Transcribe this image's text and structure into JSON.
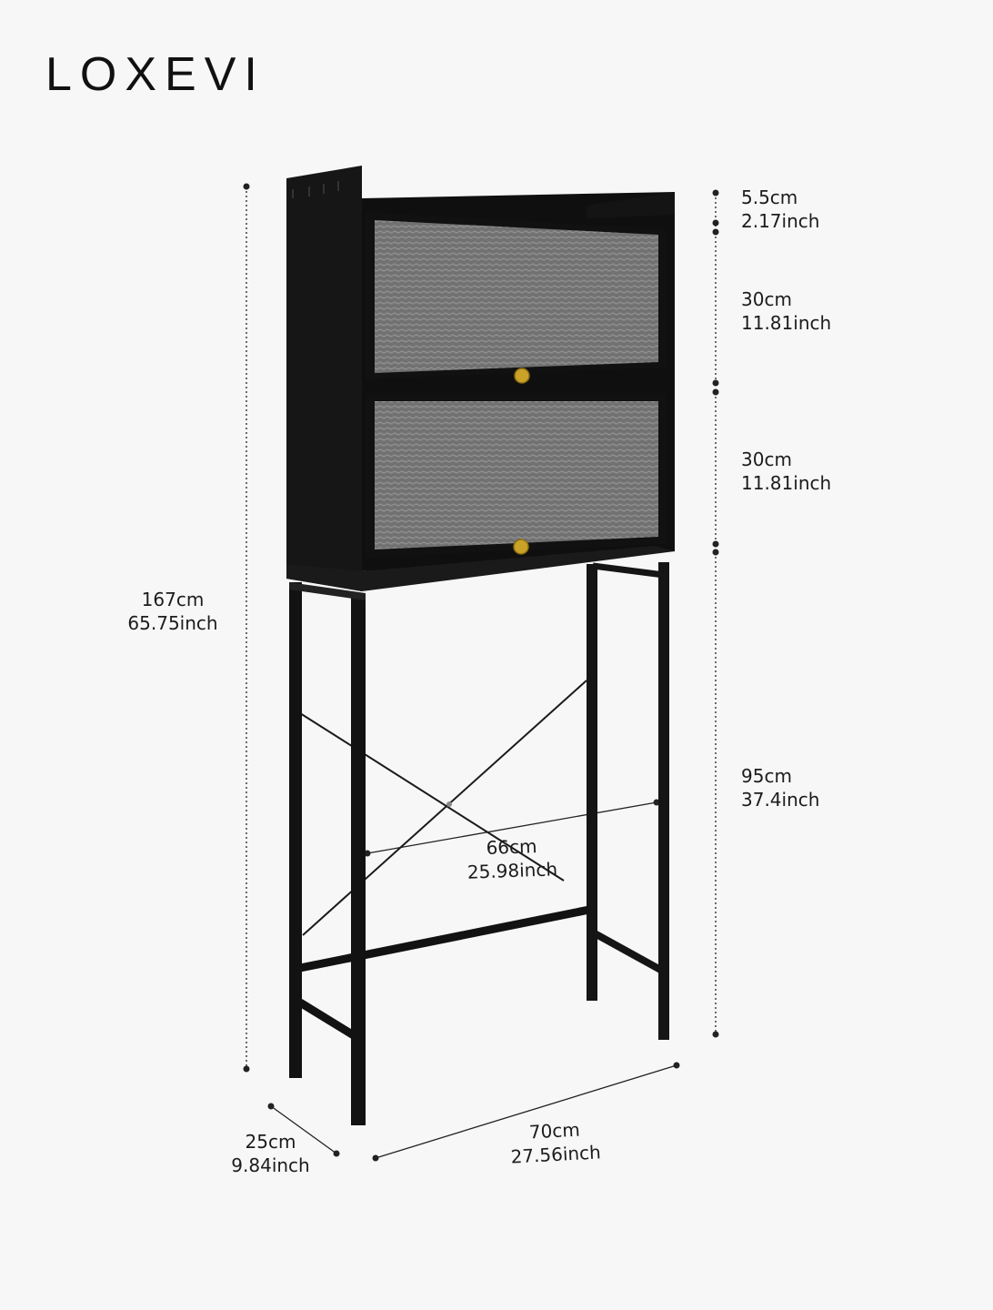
{
  "brand": {
    "logo_text": "LOXEVI"
  },
  "dimensions": {
    "total_height": {
      "cm": "167cm",
      "inch": "65.75inch"
    },
    "top_gap": {
      "cm": "5.5cm",
      "inch": "2.17inch"
    },
    "upper_cabinet": {
      "cm": "30cm",
      "inch": "11.81inch"
    },
    "lower_cabinet": {
      "cm": "30cm",
      "inch": "11.81inch"
    },
    "leg_height": {
      "cm": "95cm",
      "inch": "37.4inch"
    },
    "inner_width": {
      "cm": "66cm",
      "inch": "25.98inch"
    },
    "depth": {
      "cm": "25cm",
      "inch": "9.84inch"
    },
    "width": {
      "cm": "70cm",
      "inch": "27.56inch"
    }
  },
  "colors": {
    "background": "#f7f7f7",
    "frame": "#111111",
    "glass": "#6e6e6e",
    "knob": "#c9a227"
  }
}
